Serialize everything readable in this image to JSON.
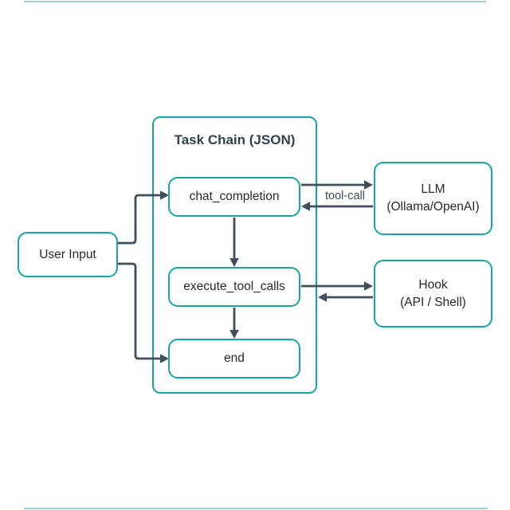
{
  "diagram": {
    "title": "Task Chain (JSON)",
    "nodes": {
      "user_input": {
        "label": "User Input"
      },
      "chat_completion": {
        "label": "chat_completion"
      },
      "execute_tool_calls": {
        "label": "execute_tool_calls"
      },
      "end": {
        "label": "end"
      },
      "llm": {
        "line1": "LLM",
        "line2": "(Ollama/OpenAI)"
      },
      "hook": {
        "line1": "Hook",
        "line2": "(API / Shell)"
      }
    },
    "edge_labels": {
      "tool_call": "tool-call"
    },
    "colors": {
      "teal": "#16a5a3",
      "slate": "#3f4e5c",
      "title": "#31404f",
      "text": "#24292f",
      "background": "#ffffff"
    }
  }
}
